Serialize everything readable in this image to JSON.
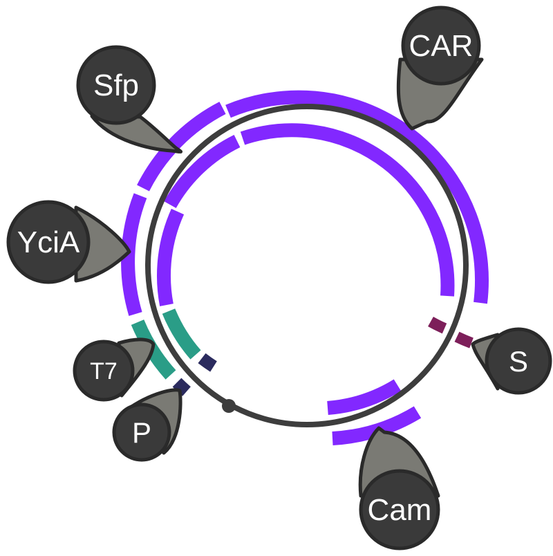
{
  "colors": {
    "backbone": "#3d3d3d",
    "cds": "#8228ff",
    "promoter": "#2a9d87",
    "terminator": "#2b2b5e",
    "misc": "#7d1f5a",
    "marker_fill": "#3a3a3a",
    "marker_tail": "#7a7a74",
    "marker_stroke": "#2a2a2a",
    "text": "#ffffff"
  },
  "features": [
    {
      "id": "car",
      "label": "CAR",
      "type": "cds"
    },
    {
      "id": "sfp",
      "label": "Sfp",
      "type": "cds"
    },
    {
      "id": "ycia",
      "label": "YciA",
      "type": "cds"
    },
    {
      "id": "t7",
      "label": "T7",
      "type": "promoter"
    },
    {
      "id": "p",
      "label": "P",
      "type": "terminator"
    },
    {
      "id": "s",
      "label": "S",
      "type": "misc"
    },
    {
      "id": "cam",
      "label": "Cam",
      "type": "cds"
    }
  ]
}
